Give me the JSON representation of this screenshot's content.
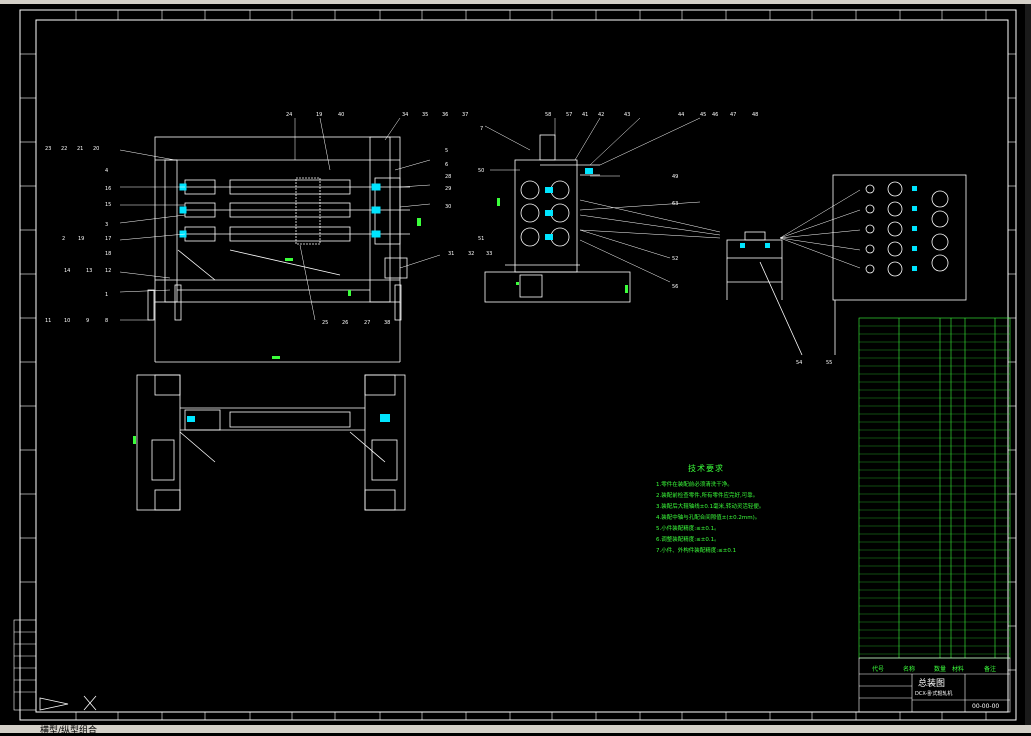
{
  "window": {
    "status_text": "横型/纵型组合",
    "ucs_icon": "ucs-axis-icon",
    "colors": {
      "background": "#000000",
      "frame": "#ffffff",
      "green": "#3bff3b",
      "cyan": "#00e5ff",
      "chrome": "#d4d0c8"
    }
  },
  "drawing": {
    "tech_requirements_title": "技术要求",
    "tech_requirements": [
      "1.零件在装配前必须清洗干净。",
      "2.装配前检查零件,所有零件应完好,可靠。",
      "3.装配后大辊轴线±0.1毫米,转动灵活轻便。",
      "4.装配中轴与孔配合间隙值±(±0.2mm)。",
      "5.小件装配精度:≤±0.1。",
      "6.调整装配精度:≤±0.1。",
      "7.小件、外构件装配精度:≤±0.1"
    ],
    "title_block": {
      "name": "总装图",
      "subtitle": "DCX-卧式辊轧机",
      "code": "00-00-00",
      "headers": [
        "代号",
        "名称",
        "数量",
        "材料",
        "备注"
      ]
    },
    "balloons_top_left": [
      "23",
      "22",
      "21",
      "20"
    ],
    "balloons_top_mid": [
      "24",
      "19",
      "40",
      "34",
      "35",
      "36",
      "37"
    ],
    "balloons_left": [
      "4",
      "16",
      "15",
      "3",
      "17",
      "2",
      "18",
      "19",
      "14",
      "13",
      "12",
      "1",
      "11",
      "10",
      "9",
      "8"
    ],
    "balloons_right_front": [
      "5",
      "6",
      "28",
      "29",
      "30",
      "31",
      "32",
      "33"
    ],
    "balloons_bottom_front": [
      "25",
      "26",
      "27",
      "38"
    ],
    "balloons_side": [
      "58",
      "57",
      "41",
      "42",
      "43",
      "44",
      "45",
      "46",
      "47",
      "48",
      "7",
      "50",
      "49",
      "63",
      "51",
      "52",
      "56"
    ],
    "balloons_right": [
      "54",
      "55"
    ]
  }
}
